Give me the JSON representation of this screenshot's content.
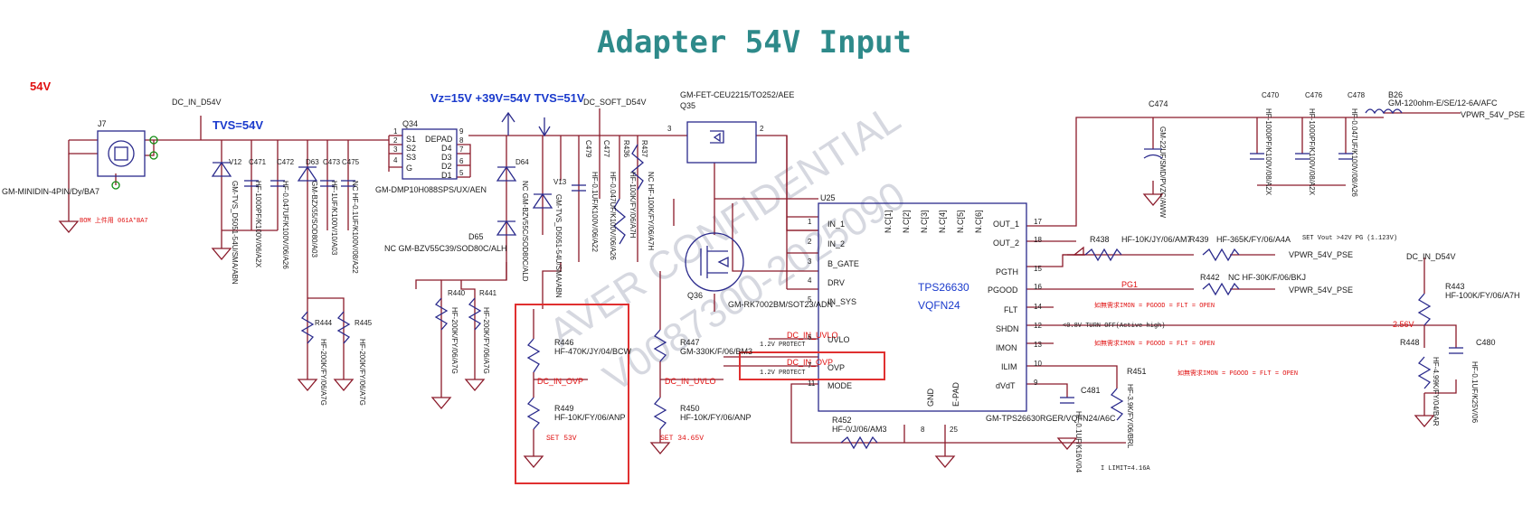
{
  "title": "Adapter 54V Input",
  "watermark": {
    "line1": "AVER CONFIDENTIAL",
    "line2": "V0087300-2025090"
  },
  "labels": {
    "v54": "54V",
    "tvs54": "TVS=54V",
    "vz": "Vz=15V +39V=54V TVS=51V",
    "dc_in_d54v": "DC_IN_D54V",
    "dc_soft_d54v": "DC_SOFT_D54V",
    "vpwr_54v_pse": "VPWR_54V_PSE",
    "dc_in_uvlo": "DC_IN_UVLO",
    "dc_in_ovp": "DC_IN_OVP",
    "protect": "1.2V PROTECT",
    "set53": "SET 53V",
    "set34": "SET 34.65V",
    "pg1": "PG1",
    "set_vout": "SET Vout >42V PG (1.123V)",
    "turn_off": "<0.8V TURN OFF(Active high)",
    "v256": "2.56V",
    "imon_note": "如無需求IMON = PGOOD = FLT = OPEN",
    "ilimit": "I LIMIT=4.16A",
    "bom": "BOM 上件用 061A*BA7"
  },
  "components": {
    "j7": {
      "ref": "J7",
      "part": "GM-MINIDIN-4PIN/Dy/BA7"
    },
    "q34": {
      "ref": "Q34",
      "part": "GM-DMP10H088SPS/UX/AEN",
      "pins": [
        "S1",
        "S2",
        "S3",
        "G",
        "DEPAD",
        "D4",
        "D3",
        "D2",
        "D1"
      ]
    },
    "q35": {
      "ref": "Q35",
      "part": "GM-FET-CEU2215/TO252/AEE"
    },
    "q36": {
      "ref": "Q36",
      "part": "GM-RK7002BM/SOT23/ADN"
    },
    "u25": {
      "ref": "U25",
      "name": "TPS26630",
      "pkg": "VQFN24",
      "part": "GM-TPS26630RGER/VQFN24/A6C",
      "left_pins": [
        "IN_1",
        "IN_2",
        "B_GATE",
        "DRV",
        "IN_SYS",
        "UVLO",
        "OVP",
        "MODE"
      ],
      "right_pins": [
        "OUT_1",
        "OUT_2",
        "PGTH",
        "PGOOD",
        "FLT",
        "SHDN",
        "IMON",
        "ILIM",
        "dVdT"
      ],
      "nc_pins": [
        "N.C[1]",
        "N.C[2]",
        "N.C[3]",
        "N.C[4]",
        "N.C[5]",
        "N.C[6]"
      ],
      "bottom_pins": [
        "GND",
        "E-PAD"
      ]
    },
    "d65": {
      "ref": "D65",
      "part": "NC GM-BZV55C39/SOD80C/ALH"
    },
    "b26": {
      "ref": "B26",
      "part": "GM-120ohm-E/SE/12-6A/AFC"
    },
    "c474": {
      "ref": "C474",
      "part": "GM-22UF/SMD/PVZC/AWW"
    },
    "r438": {
      "ref": "R438",
      "part": "HF-10K/JY/06/AM7"
    },
    "r439": {
      "ref": "R439",
      "part": "HF-365K/FY/06/A4A"
    },
    "r442": {
      "ref": "R442",
      "part": "NC HF-30K/F/06/BKJ"
    },
    "r443": {
      "ref": "R443",
      "part": "HF-100K/FY/06/A7H"
    },
    "r446": {
      "ref": "R446",
      "part": "HF-470K/JY/04/BCW"
    },
    "r447": {
      "ref": "R447",
      "part": "GM-330K/F/06/BM3"
    },
    "r449": {
      "ref": "R449",
      "part": "HF-10K/FY/06/ANP"
    },
    "r450": {
      "ref": "R450",
      "part": "HF-10K/FY/06/ANP"
    },
    "r452": {
      "ref": "R452",
      "part": "HF-0/J/06/AM3"
    },
    "r448": {
      "ref": "R448",
      "part": "HF-4.99K/FY/04/BAR"
    },
    "r451": {
      "ref": "R451",
      "part": "HF-3.9K/FY/06/BRL"
    },
    "c480": {
      "ref": "C480",
      "part": "HF-0.1UF/K25V/06"
    },
    "c481": {
      "ref": "C481",
      "part": "HF-0.1UF/K16V/04"
    }
  },
  "vrefs": [
    {
      "ref": "V12",
      "part": "GM-TVS_D5051-54U/SMA/ABN"
    },
    {
      "ref": "C471",
      "part": "HF-1000PF/K100V/06/A2X"
    },
    {
      "ref": "C472",
      "part": "HF-0.047UF/K100V/06/A26"
    },
    {
      "ref": "D63",
      "part": "GM-BZX55/SOD80/A03"
    },
    {
      "ref": "C473",
      "part": "HF-1UF/K100V/10/A03"
    },
    {
      "ref": "C475",
      "part": "NC HF-0.1UF/K100V/08/A22"
    },
    {
      "ref": "D64",
      "part": "NC GM-BZV55C/SOD80C/ALD"
    },
    {
      "ref": "V13",
      "part": "GM-TVS_D5051-54U/SMA/ABN"
    },
    {
      "ref": "C479",
      "part": "HF-0.1UF/K100V/06/A22"
    },
    {
      "ref": "C477",
      "part": "HF-0.047UF/K100V/06/A26"
    },
    {
      "ref": "R436",
      "part": "HF-100K/FY/06/A7H"
    },
    {
      "ref": "R437",
      "part": "NC HF-100K/FY/06/A7H"
    },
    {
      "ref": "R440",
      "part": "HF-200K/FY/06/A7G"
    },
    {
      "ref": "R441",
      "part": "HF-200K/FY/06/A7G"
    },
    {
      "ref": "R444",
      "part": "HF-200K/FY/06/A7G"
    },
    {
      "ref": "R445",
      "part": "HF-200K/FY/06/A7G"
    },
    {
      "ref": "C470",
      "part": "HF-1000PF/K100V/08/A2X"
    },
    {
      "ref": "C476",
      "part": "HF-1000PF/K100V/08/A2X"
    },
    {
      "ref": "C478",
      "part": "HF-0.047UF/K100V/08/A26"
    }
  ],
  "colors": {
    "wire": "#8b1a2a",
    "comp": "#2a2a8c",
    "text": "#1a1a1a",
    "red": "#e01010",
    "title": "#2e8a8a",
    "box": "#e03030",
    "watermark": "#c9ccd6"
  }
}
